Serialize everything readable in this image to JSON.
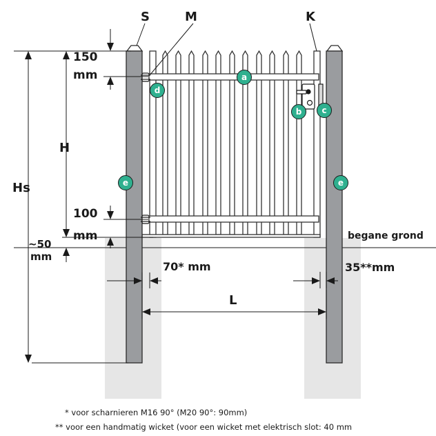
{
  "labels": {
    "s": "S",
    "m": "M",
    "k": "K",
    "hs": "Hs",
    "h": "H",
    "l": "L",
    "top_clearance_value": "150",
    "top_clearance_unit": "mm",
    "bottom_clearance_value": "100",
    "bottom_clearance_unit": "mm",
    "ground_gap_value": "~50",
    "ground_gap_unit": "mm",
    "hinge_gap": "70* mm",
    "latch_gap": "35**mm",
    "ground": "begane grond"
  },
  "badges": {
    "a": "a",
    "b": "b",
    "c": "c",
    "d": "d",
    "e_left": "e",
    "e_right": "e"
  },
  "footnotes": [
    "* voor scharnieren M16 90° (M20 90°: 90mm)",
    "** voor een handmatig wicket (voor een wicket met elektrisch slot: 40 mm"
  ],
  "colors": {
    "post": "#9a9c9f",
    "post_outline": "#2b2b2b",
    "foundation": "#e6e6e6",
    "gate": "#ffffff",
    "gate_outline": "#333333",
    "badge": "#2fb08f",
    "line": "#1a1a1a"
  }
}
